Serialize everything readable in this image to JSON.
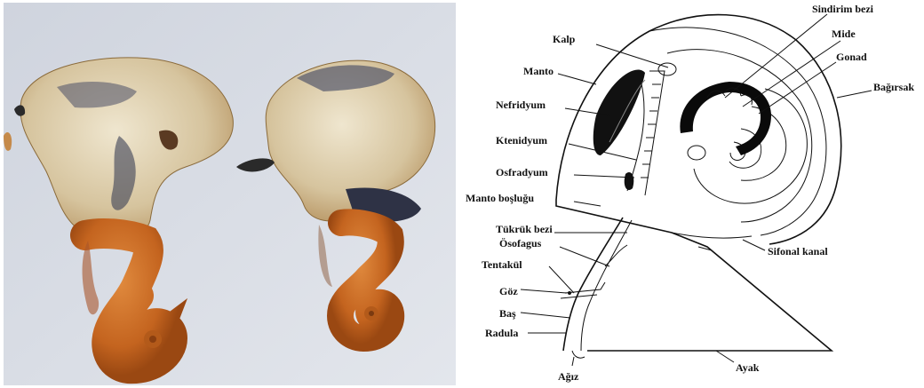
{
  "diagram": {
    "labels": {
      "sindirim_bezi": "Sindirim bezi",
      "kalp": "Kalp",
      "mide": "Mide",
      "manto": "Manto",
      "gonad": "Gonad",
      "bagirsak": "Bağırsak",
      "nefridyum": "Nefridyum",
      "ktenidyum": "Ktenidyum",
      "osfradyum": "Osfradyum",
      "manto_boslugu": "Manto boşluğu",
      "tukruk_bezi": "Tükrük bezi",
      "sifonal_kanal": "Sifonal kanal",
      "osofagus": "Ösofagus",
      "tentakul": "Tentakül",
      "goz": "Göz",
      "bas": "Baş",
      "radula": "Radula",
      "ayak": "Ayak",
      "agiz": "Ağız"
    }
  },
  "colors": {
    "photo_background": "#d8dce4",
    "tissue_orange": "#c86a24",
    "tissue_pale": "#d9c9a6",
    "tissue_dark": "#2f3448"
  }
}
